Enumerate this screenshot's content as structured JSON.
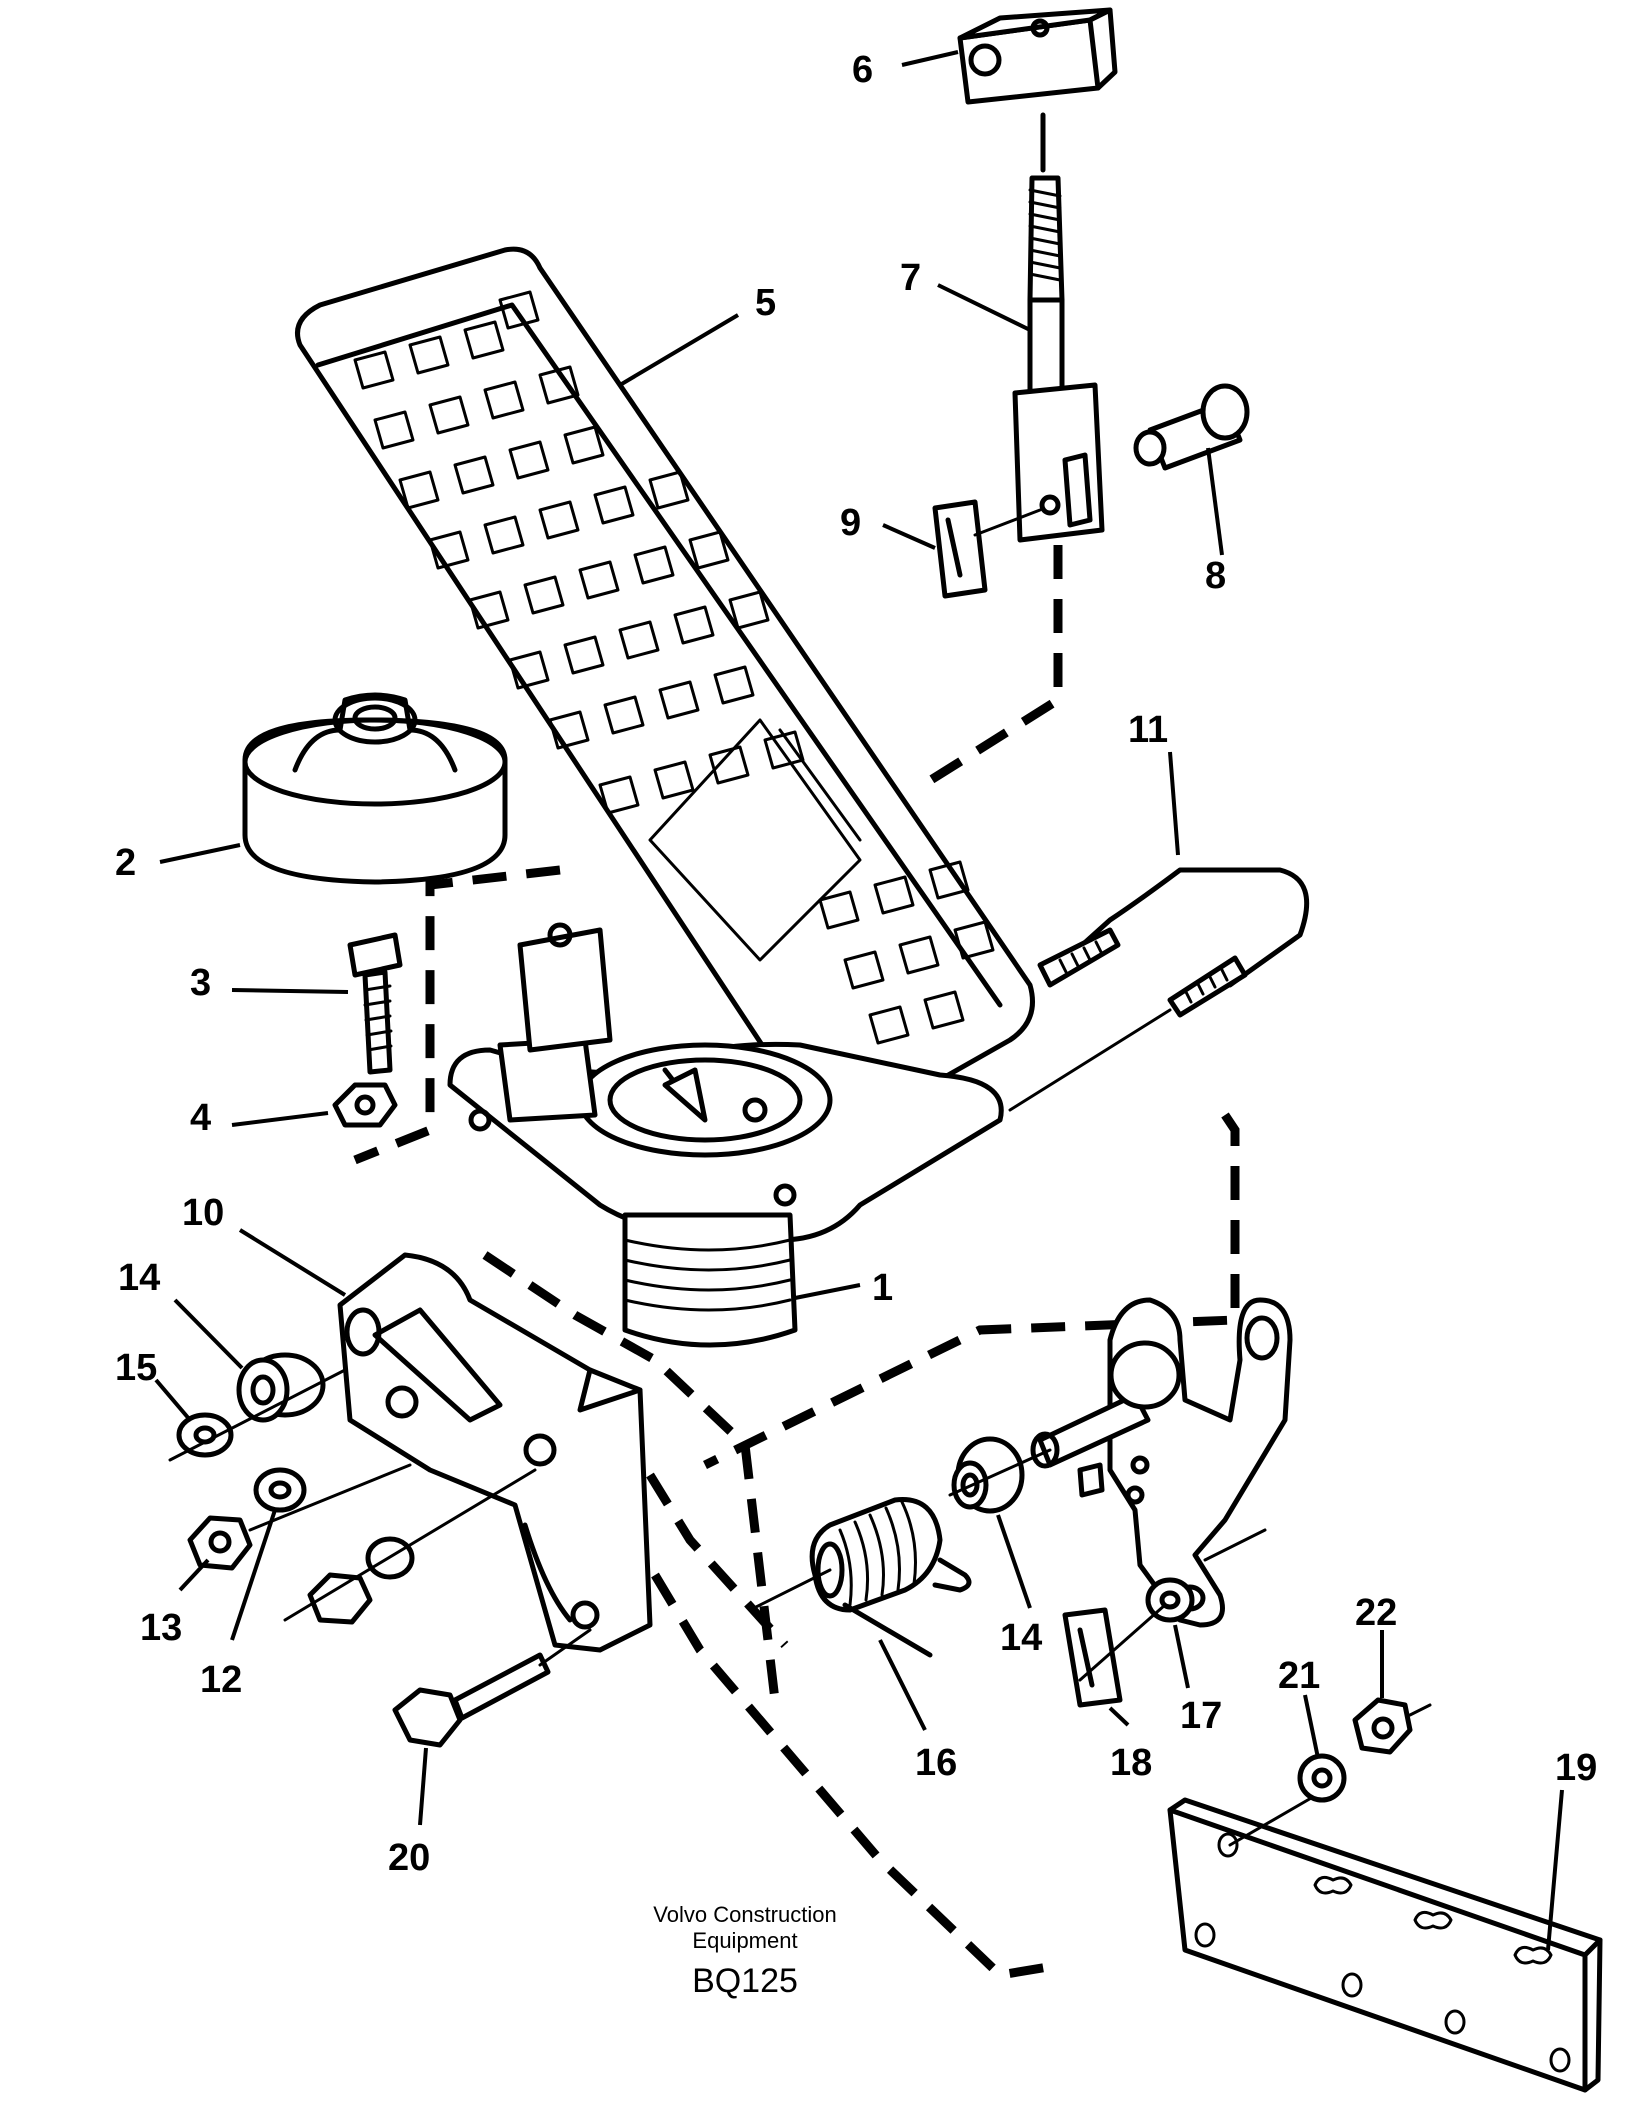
{
  "diagram": {
    "callouts": [
      "1",
      "2",
      "3",
      "4",
      "5",
      "6",
      "7",
      "8",
      "9",
      "10",
      "11",
      "12",
      "13",
      "14",
      "14",
      "15",
      "16",
      "17",
      "18",
      "19",
      "20",
      "21",
      "22"
    ],
    "footer": {
      "company_line1": "Volvo Construction",
      "company_line2": "Equipment",
      "code": "BQ125"
    }
  }
}
